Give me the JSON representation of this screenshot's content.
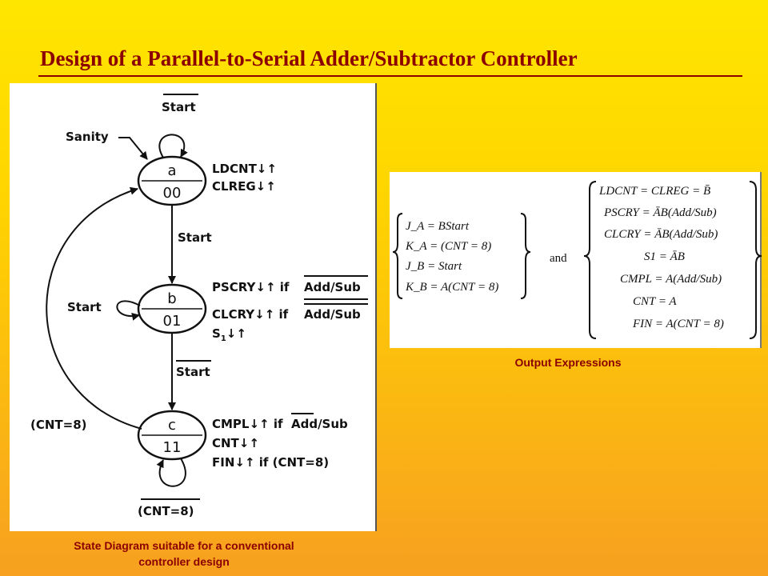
{
  "title": "Design of a Parallel-to-Serial Adder/Subtractor Controller",
  "diagram": {
    "caption_line1": "State Diagram suitable for a conventional",
    "caption_line2": "controller design",
    "states": [
      {
        "name": "a",
        "code": "00"
      },
      {
        "name": "b",
        "code": "01"
      },
      {
        "name": "c",
        "code": "11"
      }
    ],
    "labels": {
      "start_bar_top": "Start",
      "sanity": "Sanity",
      "start_ab": "Start",
      "start_b_loop": "Start",
      "start_bar_bc": "Start",
      "cnt8_back": "(CNT=8)",
      "cnt8_bar_loop": "(CNT=8)"
    },
    "outputs_a": [
      "LDCNT↓↑",
      "CLREG↓↑"
    ],
    "outputs_b": {
      "pscry": "PSCRY↓↑ if",
      "clcry": "CLCRY↓↑ if",
      "add_sub": "Add/Sub",
      "s1": "S",
      "s1_sub": "1",
      "s1_arrow": "↓↑"
    },
    "outputs_c": {
      "cmpl": "CMPL↓↑ if",
      "add_sub": "Add/Sub",
      "cnt": "CNT↓↑",
      "fin": "FIN↓↑ if (CNT=8)"
    }
  },
  "expressions": {
    "caption": "Output Expressions",
    "and_word": "and",
    "left": [
      "J_A = BStart",
      "K_A = (CNT = 8)",
      "J_B = Start",
      "K_B = A(CNT = 8)"
    ],
    "right": [
      "LDCNT = CLREG = B̄",
      "PSCRY = ĀB(Add/Sub)",
      "CLCRY = ĀB(Add/Sub)",
      "S1 = ĀB",
      "CMPL = A(Add/Sub)",
      "CNT = A",
      "FIN = A(CNT = 8)"
    ]
  }
}
